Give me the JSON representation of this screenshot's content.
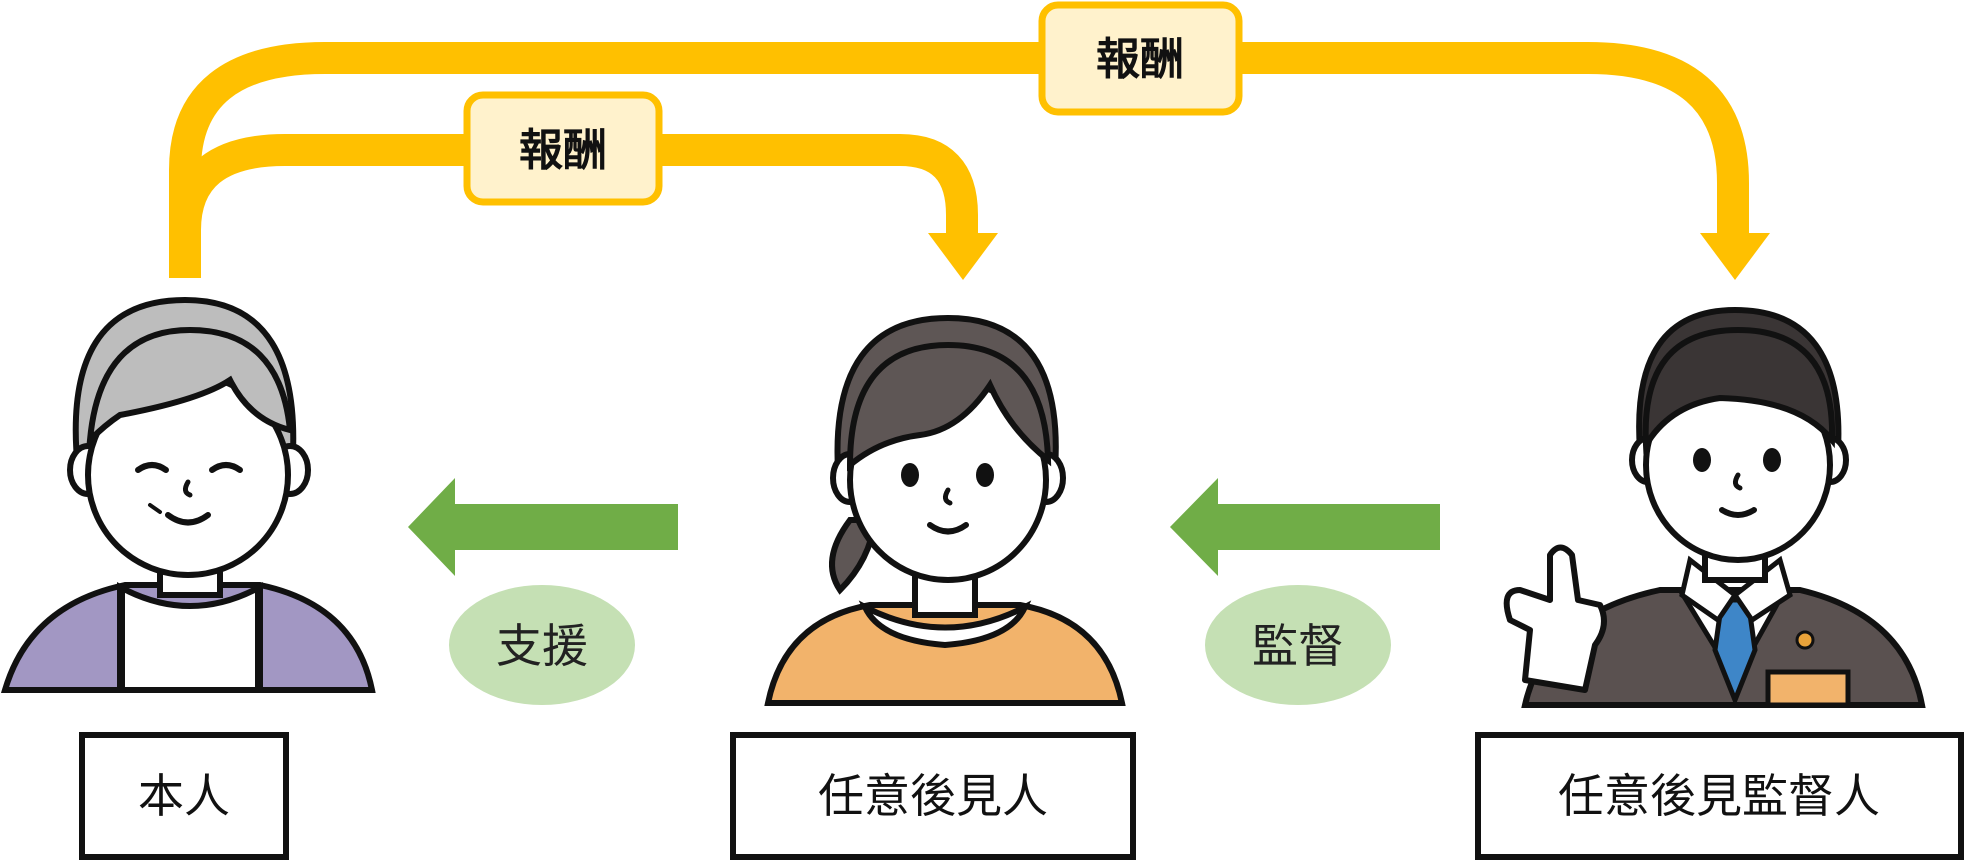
{
  "colors": {
    "reward_arrow": "#FFC000",
    "reward_tag_fill": "#FFF2CC",
    "flow_arrow": "#70AD47",
    "bubble_fill": "#C5E0B4",
    "outline": "#111111",
    "grandma_hair": "#BDBDBD",
    "grandma_cardigan": "#A297C3",
    "woman_hair": "#5E5655",
    "woman_shirt": "#F2B36B",
    "man_hair": "#3A3535",
    "man_suit": "#5A5150",
    "man_tie": "#3E86C8",
    "badge": "#E9A33A"
  },
  "rewards": {
    "top": "報酬",
    "inner": "報酬"
  },
  "flows": {
    "support": "支援",
    "supervision": "監督"
  },
  "people": {
    "principal": {
      "label": "本人",
      "icon": "elderly-woman-icon"
    },
    "guardian": {
      "label": "任意後見人",
      "icon": "woman-icon"
    },
    "supervisor": {
      "label": "任意後見監督人",
      "icon": "businessman-icon"
    }
  }
}
